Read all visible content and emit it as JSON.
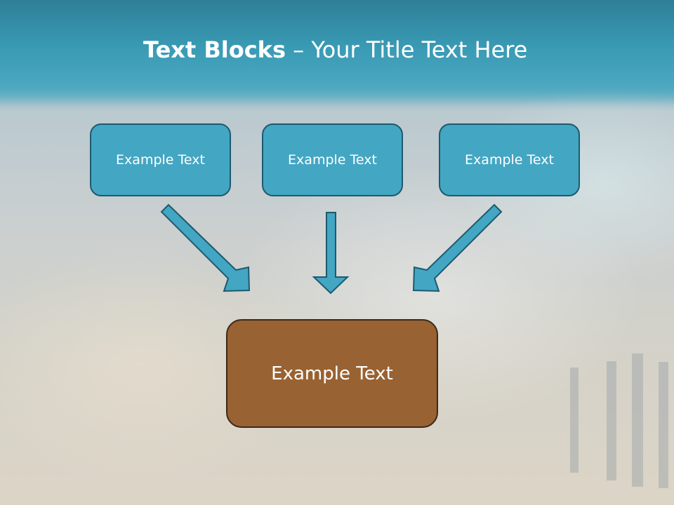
{
  "title": {
    "bold": "Text Blocks",
    "dash": " – ",
    "rest": "Your Title Text Here"
  },
  "blocks": [
    {
      "label": "Example Text"
    },
    {
      "label": "Example Text"
    },
    {
      "label": "Example Text"
    }
  ],
  "target": {
    "label": "Example Text"
  },
  "colors": {
    "block_fill": "#43a6c3",
    "block_border": "#1d5a6e",
    "target_fill": "#996232",
    "arrow_fill": "#43a6c3",
    "header": "#3a9bb5"
  }
}
